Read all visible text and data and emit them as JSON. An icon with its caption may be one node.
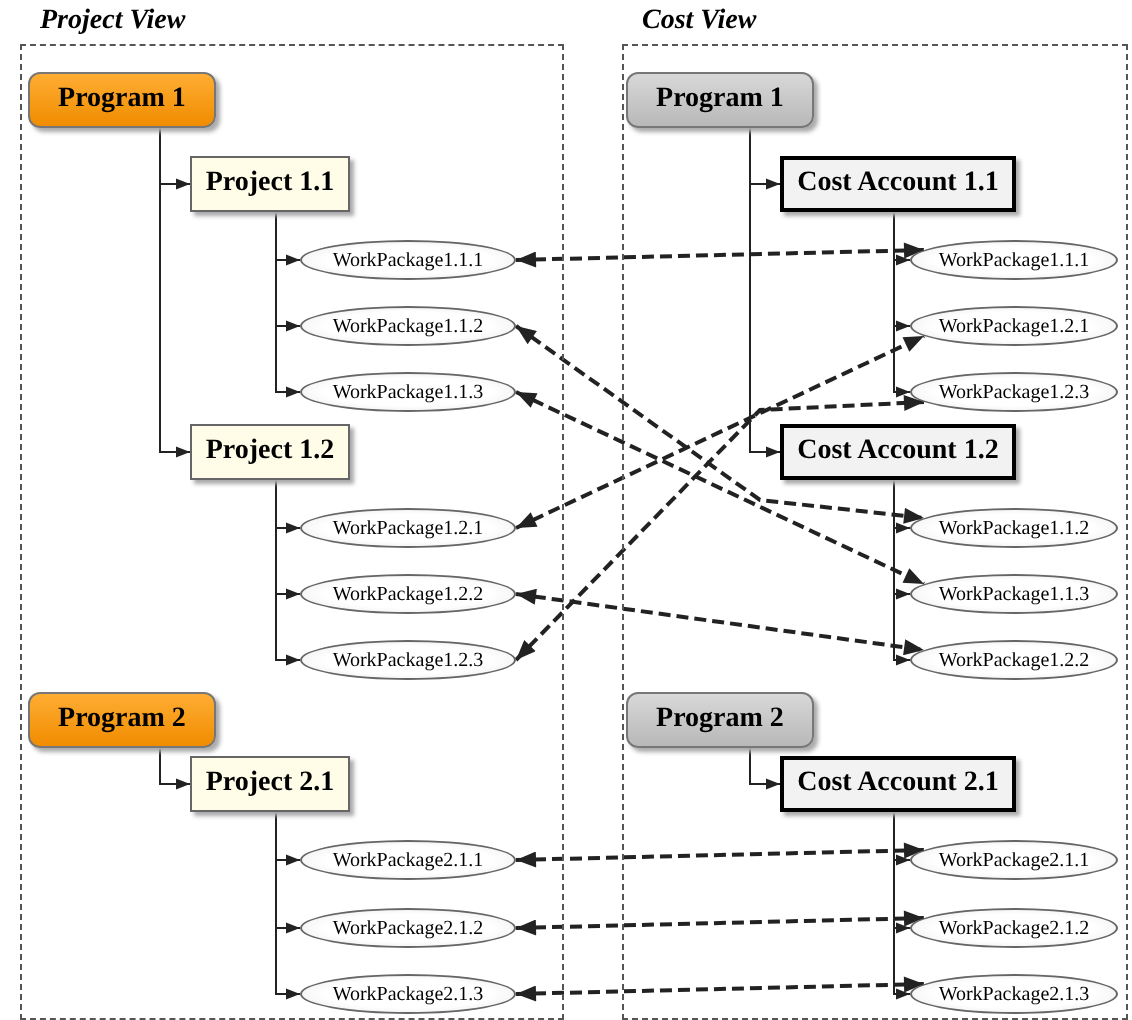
{
  "diagram": {
    "nodes": [
      {
        "text": [
          "Project View"
        ]
      },
      {
        "text": [
          "Program 1"
        ],
        "in": 0
      },
      {
        "text": [
          "Project 1.1"
        ],
        "in": 0
      },
      {
        "text": [
          "WorkPackage1.1.1"
        ],
        "in": 0
      },
      {
        "text": [
          "WorkPackage1.1.2"
        ],
        "in": 0
      },
      {
        "text": [
          "WorkPackage1.1.3"
        ],
        "in": 0
      },
      {
        "text": [
          "Project 1.2"
        ],
        "in": 0
      },
      {
        "text": [
          "WorkPackage1.2.1"
        ],
        "in": 0
      },
      {
        "text": [
          "WorkPackage1.2.2"
        ],
        "in": 0
      },
      {
        "text": [
          "WorkPackage1.2.3"
        ],
        "in": 0
      },
      {
        "text": [
          "Program 2"
        ],
        "in": 0
      },
      {
        "text": [
          "Project 2.1"
        ],
        "in": 0
      },
      {
        "text": [
          "WorkPackage2.1.1"
        ],
        "in": 0
      },
      {
        "text": [
          "WorkPackage2.1.2"
        ],
        "in": 0
      },
      {
        "text": [
          "WorkPackage2.1.3"
        ],
        "in": 0
      },
      {
        "text": [
          "Cost View"
        ]
      },
      {
        "text": [
          "Program 1"
        ],
        "in": 15
      },
      {
        "text": [
          "Cost Account 1.1"
        ],
        "in": 15
      },
      {
        "text": [
          "WorkPackage1.1.1"
        ],
        "in": 15
      },
      {
        "text": [
          "WorkPackage1.2.1"
        ],
        "in": 15
      },
      {
        "text": [
          "WorkPackage1.2.3"
        ],
        "in": 15
      },
      {
        "text": [
          "Cost Account 1.2"
        ],
        "in": 15
      },
      {
        "text": [
          "WorkPackage1.1.2"
        ],
        "in": 15
      },
      {
        "text": [
          "WorkPackage1.1.3"
        ],
        "in": 15
      },
      {
        "text": [
          "WorkPackage1.2.2"
        ],
        "in": 15
      },
      {
        "text": [
          "Program 2"
        ],
        "in": 15
      },
      {
        "text": [
          "Cost Account 2.1"
        ],
        "in": 15
      },
      {
        "text": [
          "WorkPackage2.1.1"
        ],
        "in": 15
      },
      {
        "text": [
          "WorkPackage2.1.2"
        ],
        "in": 15
      },
      {
        "text": [
          "WorkPackage2.1.3"
        ],
        "in": 15
      }
    ],
    "edges": [
      {
        "from": 1,
        "to": 2,
        "arrow": "to"
      },
      {
        "from": 2,
        "to": 3,
        "arrow": "to"
      },
      {
        "from": 2,
        "to": 4,
        "arrow": "to"
      },
      {
        "from": 2,
        "to": 5,
        "arrow": "to"
      },
      {
        "from": 1,
        "to": 6,
        "arrow": "to"
      },
      {
        "from": 6,
        "to": 7,
        "arrow": "to"
      },
      {
        "from": 6,
        "to": 8,
        "arrow": "to"
      },
      {
        "from": 6,
        "to": 9,
        "arrow": "to"
      },
      {
        "from": 10,
        "to": 11,
        "arrow": "to"
      },
      {
        "from": 11,
        "to": 12,
        "arrow": "to"
      },
      {
        "from": 11,
        "to": 13,
        "arrow": "to"
      },
      {
        "from": 11,
        "to": 14,
        "arrow": "to"
      },
      {
        "from": 16,
        "to": 17,
        "arrow": "to"
      },
      {
        "from": 17,
        "to": 18,
        "arrow": "to"
      },
      {
        "from": 17,
        "to": 19,
        "arrow": "to"
      },
      {
        "from": 17,
        "to": 20,
        "arrow": "to"
      },
      {
        "from": 16,
        "to": 21,
        "arrow": "to"
      },
      {
        "from": 21,
        "to": 22,
        "arrow": "to"
      },
      {
        "from": 21,
        "to": 23,
        "arrow": "to"
      },
      {
        "from": 21,
        "to": 24,
        "arrow": "to"
      },
      {
        "from": 25,
        "to": 26,
        "arrow": "to"
      },
      {
        "from": 26,
        "to": 27,
        "arrow": "to"
      },
      {
        "from": 26,
        "to": 28,
        "arrow": "to"
      },
      {
        "from": 26,
        "to": 29,
        "arrow": "to"
      },
      {
        "from": 3,
        "to": 18,
        "arrow": "both",
        "style": "dashed"
      },
      {
        "from": 4,
        "to": 22,
        "arrow": "both",
        "style": "dashed"
      },
      {
        "from": 5,
        "to": 23,
        "arrow": "both",
        "style": "dashed"
      },
      {
        "from": 7,
        "to": 19,
        "arrow": "both",
        "style": "dashed"
      },
      {
        "from": 8,
        "to": 24,
        "arrow": "both",
        "style": "dashed"
      },
      {
        "from": 9,
        "to": 20,
        "arrow": "both",
        "style": "dashed"
      },
      {
        "from": 12,
        "to": 27,
        "arrow": "both",
        "style": "dashed"
      },
      {
        "from": 13,
        "to": 28,
        "arrow": "both",
        "style": "dashed"
      },
      {
        "from": 14,
        "to": 29,
        "arrow": "both",
        "style": "dashed"
      }
    ]
  }
}
